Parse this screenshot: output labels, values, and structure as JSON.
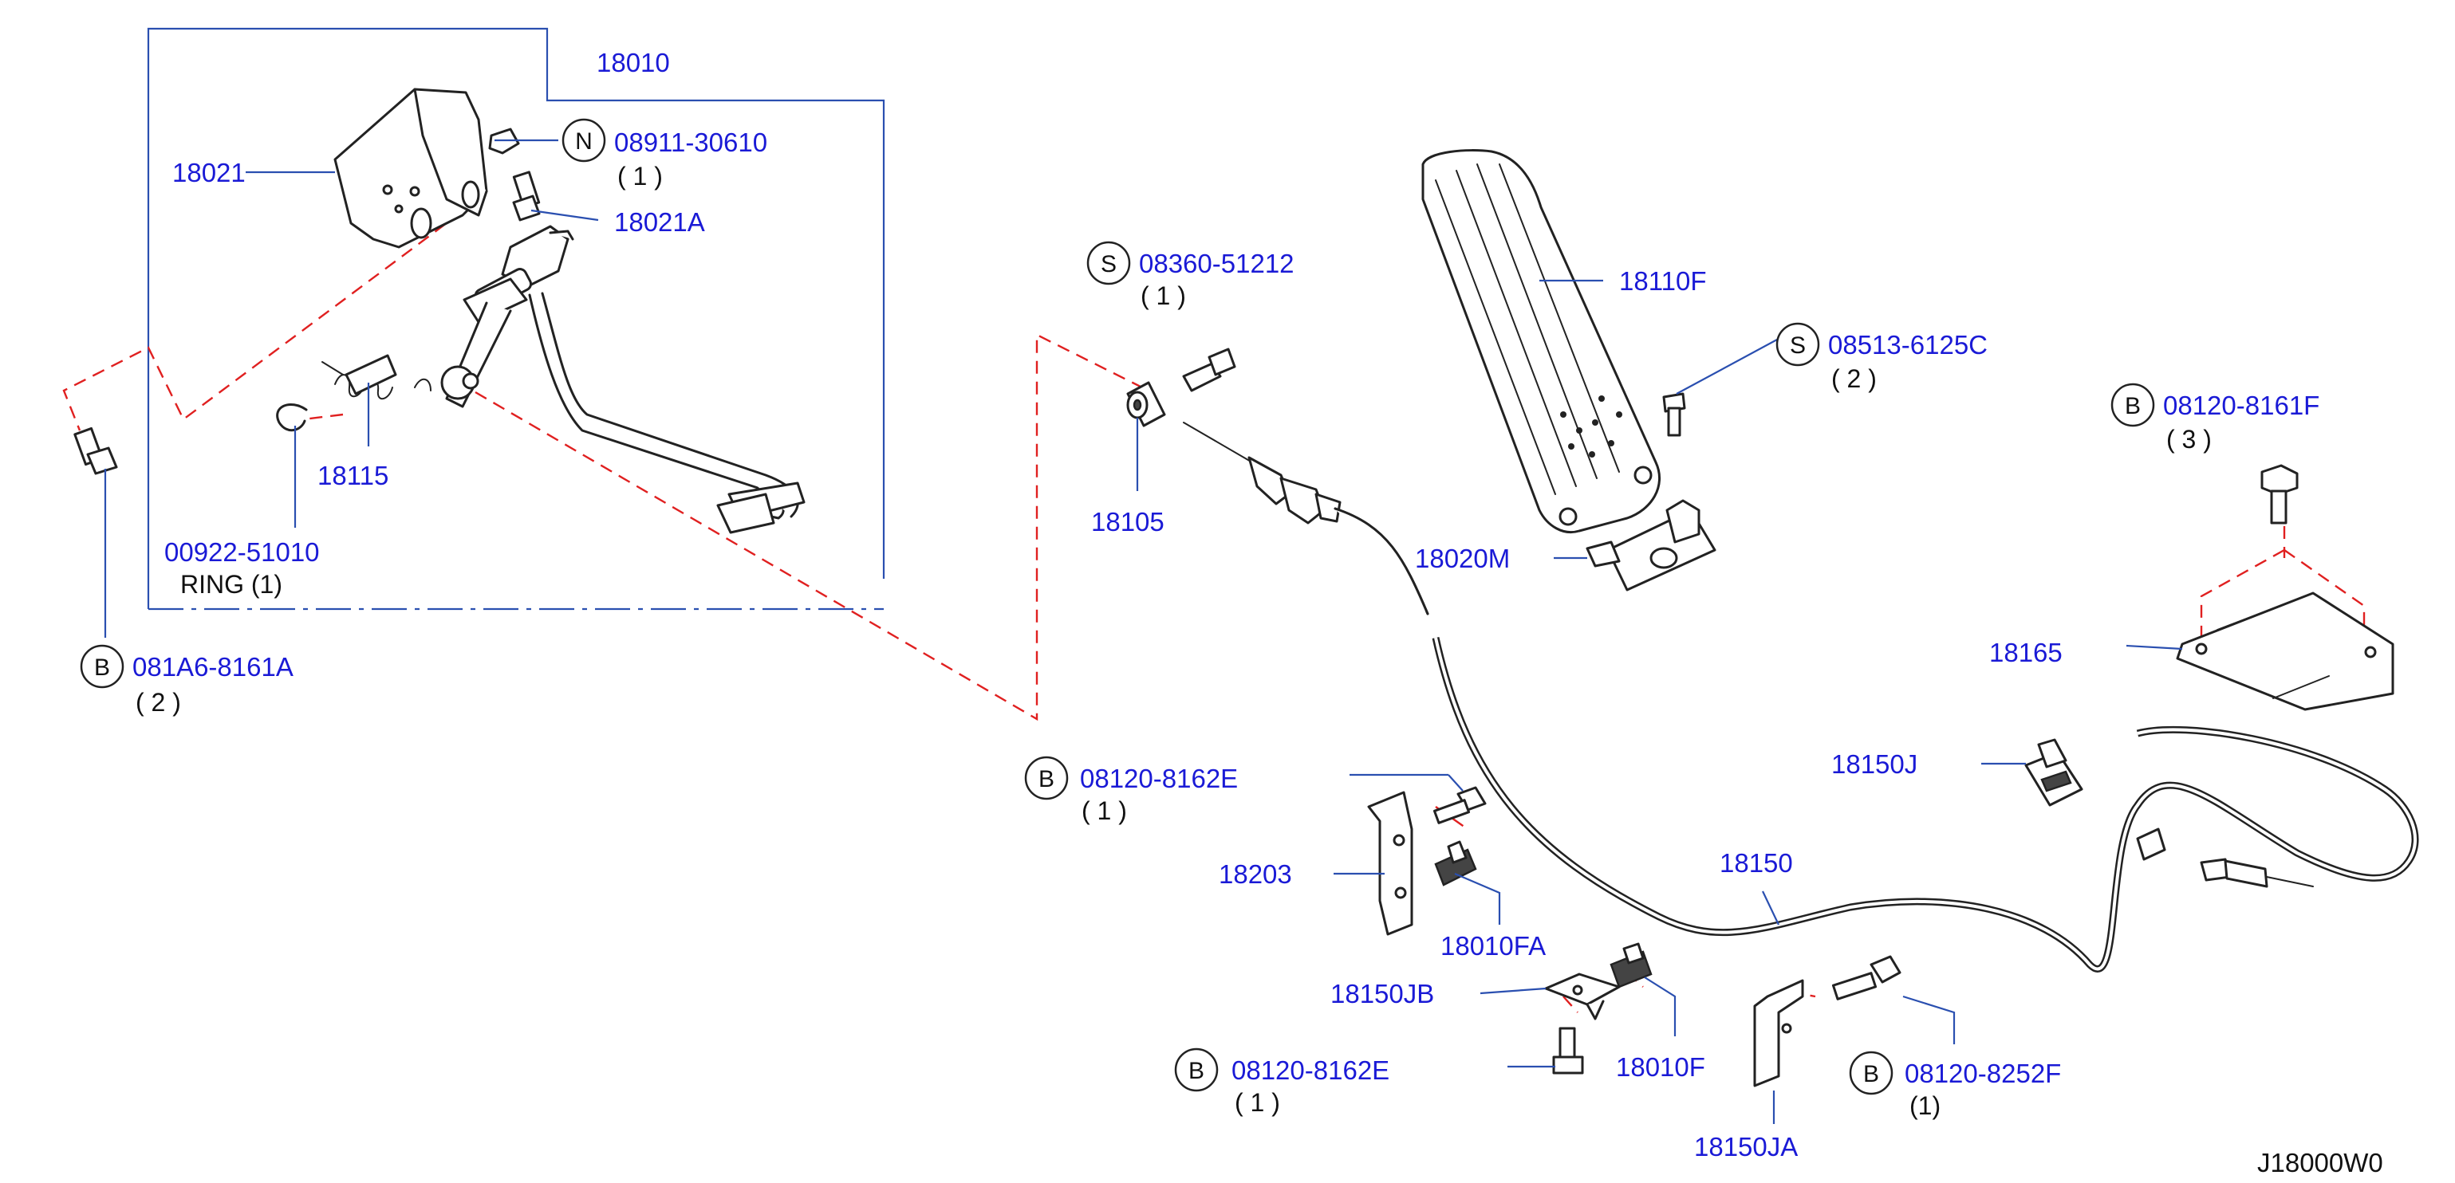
{
  "diagram_code": "J18000W0",
  "parts": {
    "p18010": "18010",
    "p18021": "18021",
    "p18021A": "18021A",
    "p18115": "18115",
    "p00922_51010": "00922-51010",
    "ring_qty": "RING (1)",
    "p08911_30610": "08911-30610",
    "p08911_qty": "( 1 )",
    "p081A6_8161A": "081A6-8161A",
    "p081A6_qty": "( 2 )",
    "p08360_51212": "08360-51212",
    "p08360_qty": "( 1 )",
    "p18105": "18105",
    "p18110F": "18110F",
    "p08513_6125C": "08513-6125C",
    "p08513_qty": "( 2 )",
    "p18020M": "18020M",
    "p08120_8161F": "08120-8161F",
    "p08120_8161F_qty": "( 3 )",
    "p18165": "18165",
    "p18150J": "18150J",
    "p08120_8162E_a": "08120-8162E",
    "p08120_8162E_a_qty": "( 1 )",
    "p18203": "18203",
    "p18010FA": "18010FA",
    "p18150": "18150",
    "p18150JB": "18150JB",
    "p18010F": "18010F",
    "p08120_8162E_b": "08120-8162E",
    "p08120_8162E_b_qty": "( 1 )",
    "p08120_8252F": "08120-8252F",
    "p08120_8252F_qty": "(1)",
    "p18150JA": "18150JA"
  },
  "badges": {
    "n": "N",
    "b": "B",
    "s": "S"
  },
  "colors": {
    "label": "#1a1ad6",
    "leader": "#2a4fb0",
    "dashed": "#e02020",
    "line_art": "#222222"
  }
}
